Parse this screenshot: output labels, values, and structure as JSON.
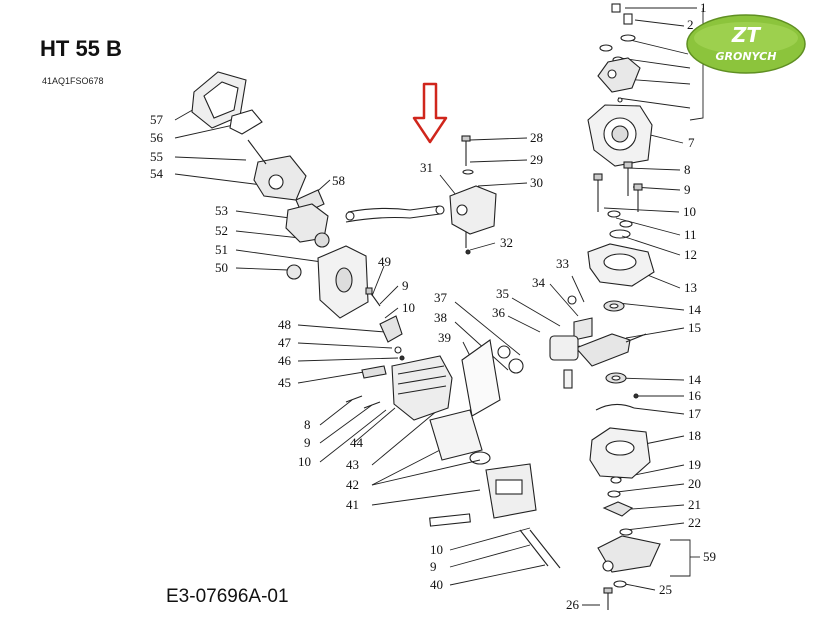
{
  "header": {
    "title": "HT 55 B",
    "model_code": "41AQ1FSO678"
  },
  "footer": {
    "diagram_id": "E3-07696A-01"
  },
  "logo": {
    "line1": "ZT",
    "line2": "GRONYCH",
    "color": "#8cc43c"
  },
  "highlight_arrow": {
    "color": "#d0261c",
    "points_to_part": "31"
  },
  "callouts": [
    "1",
    "2",
    "7",
    "8",
    "9",
    "10",
    "11",
    "12",
    "13",
    "14",
    "15",
    "14",
    "16",
    "17",
    "18",
    "19",
    "20",
    "21",
    "22",
    "59",
    "25",
    "26",
    "28",
    "29",
    "30",
    "31",
    "32",
    "33",
    "34",
    "35",
    "36",
    "37",
    "38",
    "39",
    "57",
    "56",
    "55",
    "54",
    "58",
    "53",
    "52",
    "51",
    "50",
    "49",
    "9",
    "10",
    "48",
    "47",
    "46",
    "45",
    "8",
    "9",
    "10",
    "44",
    "43",
    "42",
    "41",
    "10",
    "9",
    "40"
  ]
}
